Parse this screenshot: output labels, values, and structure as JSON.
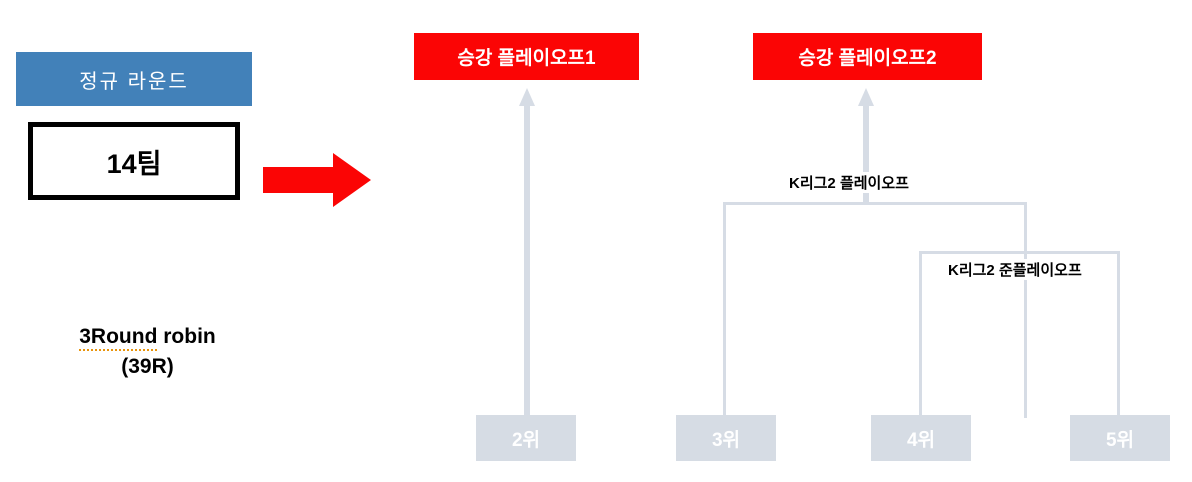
{
  "colors": {
    "header_blue": "#4281B9",
    "promo_red": "#FB0505",
    "arrow_red": "#FB0505",
    "bracket_gray": "#D6DCE5",
    "rank_box_gray": "#D6DCE4",
    "rank_text": "#FFFFFF",
    "spellcheck_underline": "#E8940C"
  },
  "left_panel": {
    "header_label": "정규 라운드",
    "teams_label": "14팀",
    "format_line1_underlined": "3Round",
    "format_line1_rest": " robin",
    "format_line2": "(39R)",
    "flow_arrow_icon": "right-arrow-icon"
  },
  "bracket": {
    "promotion_playoffs": [
      {
        "label": "승강 플레이오프1"
      },
      {
        "label": "승강 플레이오프2"
      }
    ],
    "rounds": [
      {
        "label": "K리그2 플레이오프"
      },
      {
        "label": "K리그2 준플레이오프"
      }
    ],
    "ranks": [
      {
        "label": "2위"
      },
      {
        "label": "3위"
      },
      {
        "label": "4위"
      },
      {
        "label": "5위"
      }
    ],
    "arrow_icons": [
      "up-arrow-icon",
      "up-arrow-icon"
    ]
  }
}
